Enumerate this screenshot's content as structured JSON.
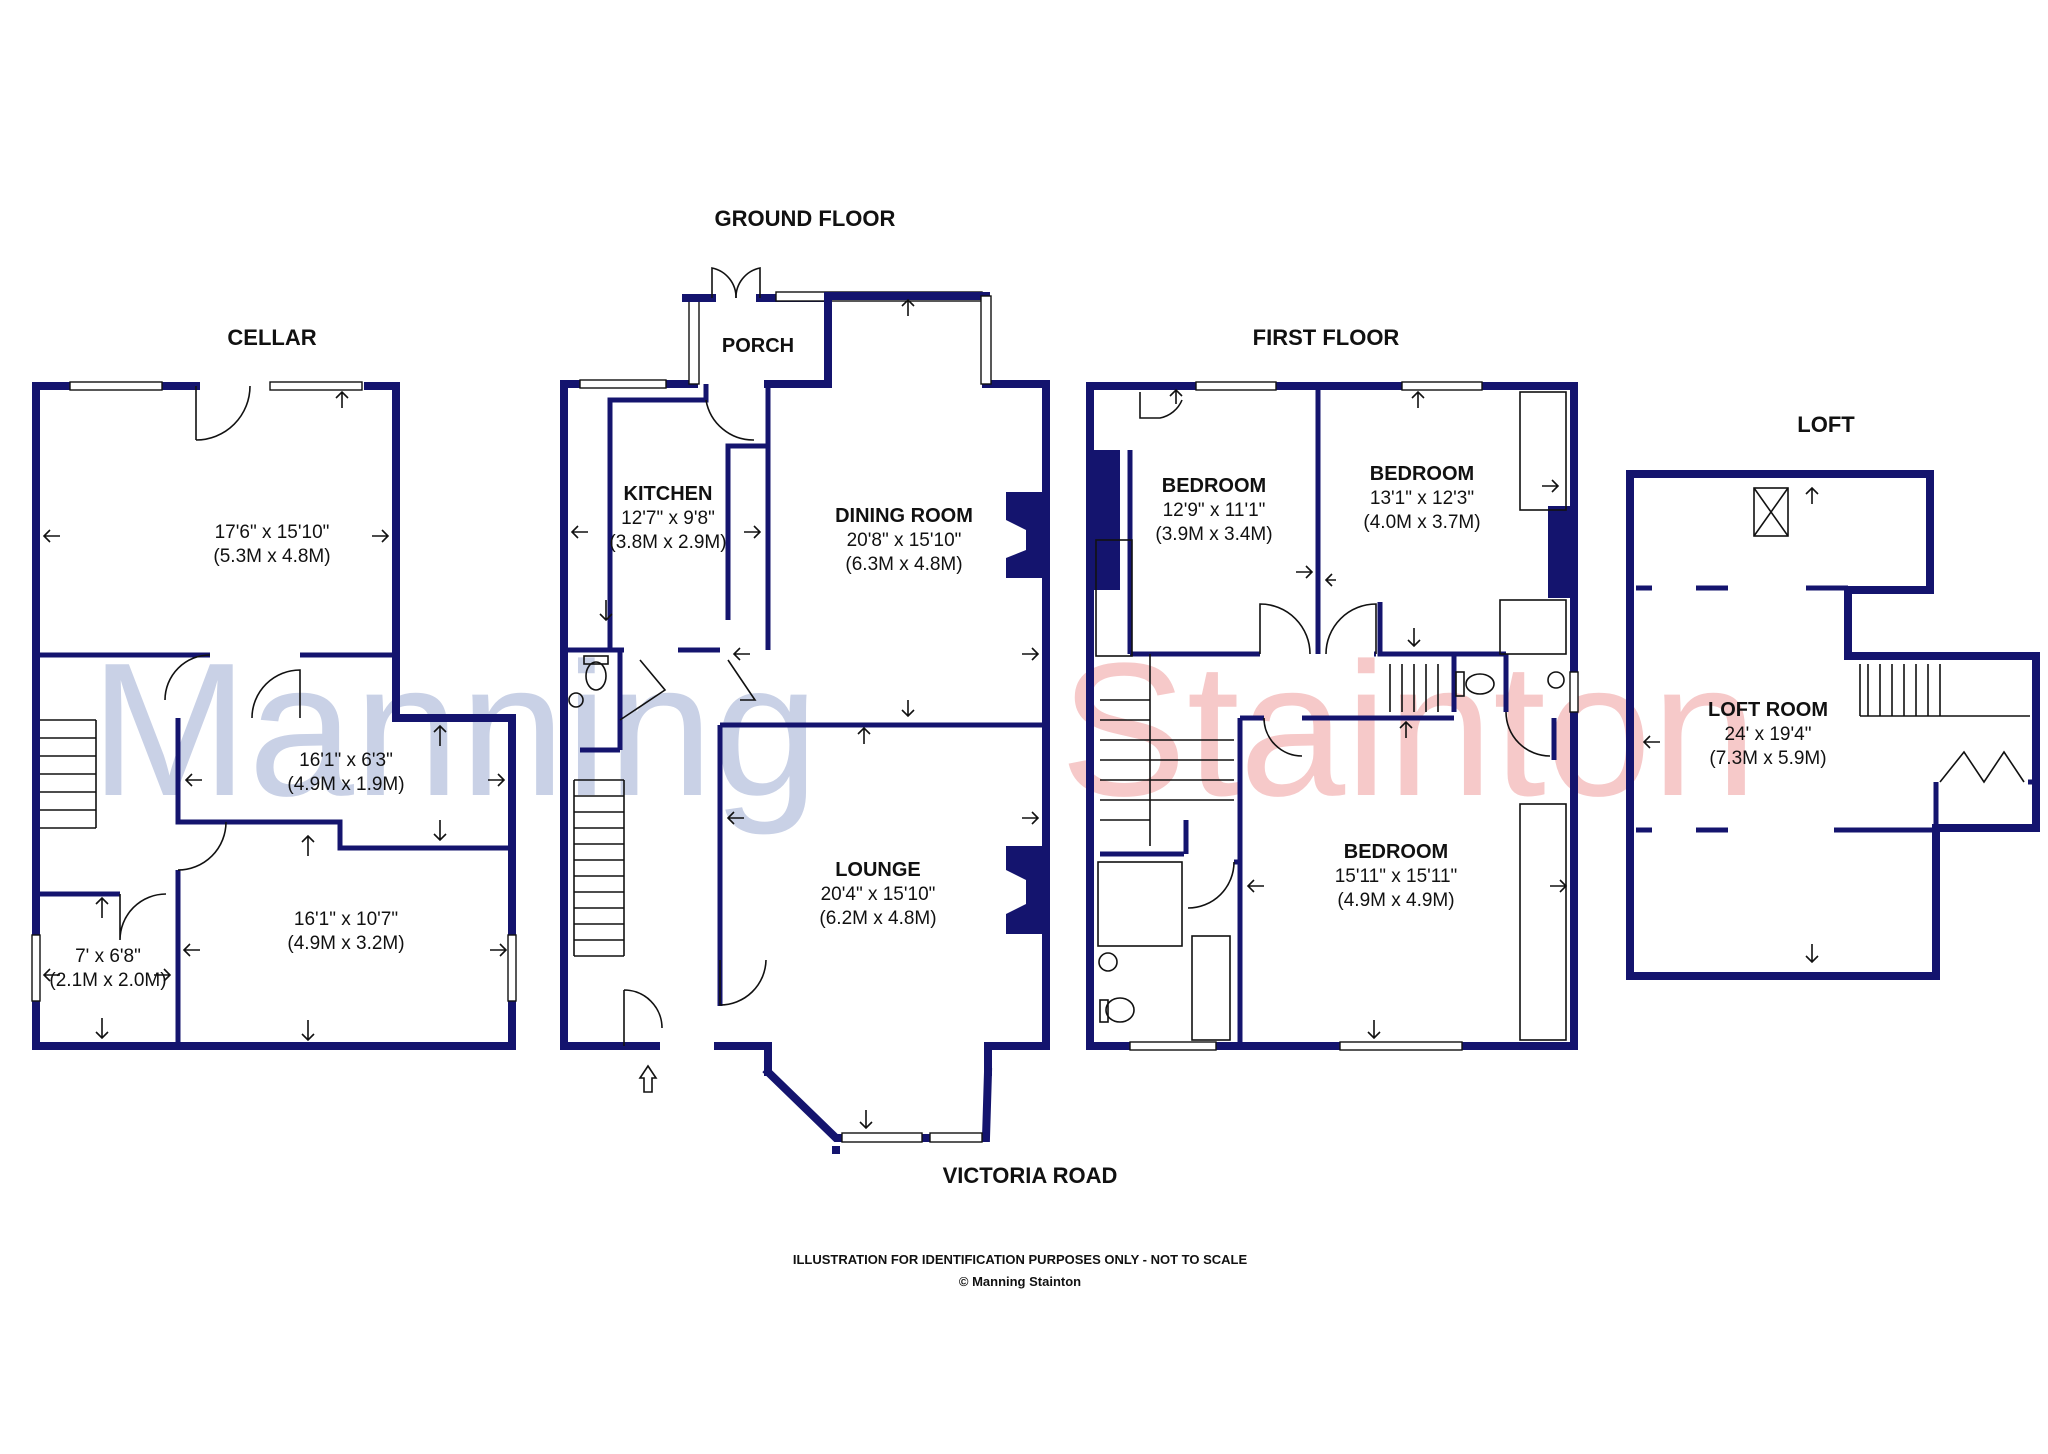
{
  "watermark": {
    "part1": "Manning",
    "part2": "Stainton",
    "color1": "#c9d1e6",
    "color2": "#f6c9c9"
  },
  "floors": {
    "cellar": "CELLAR",
    "ground": "GROUND FLOOR",
    "first": "FIRST FLOOR",
    "loft": "LOFT"
  },
  "cellar_rooms": [
    {
      "dim": "17'6\" x 15'10\"",
      "metric": "(5.3M x 4.8M)"
    },
    {
      "dim": "16'1\" x 6'3\"",
      "metric": "(4.9M x 1.9M)"
    },
    {
      "dim": "16'1\" x 10'7\"",
      "metric": "(4.9M x 3.2M)"
    },
    {
      "dim": "7' x 6'8\"",
      "metric": "(2.1M x 2.0M)"
    }
  ],
  "ground_rooms": [
    {
      "name": "PORCH"
    },
    {
      "name": "KITCHEN",
      "dim": "12'7\" x 9'8\"",
      "metric": "(3.8M x 2.9M)"
    },
    {
      "name": "DINING ROOM",
      "dim": "20'8\" x 15'10\"",
      "metric": "(6.3M x 4.8M)"
    },
    {
      "name": "LOUNGE",
      "dim": "20'4\" x 15'10\"",
      "metric": "(6.2M x 4.8M)"
    }
  ],
  "first_rooms": [
    {
      "name": "BEDROOM",
      "dim": "12'9\" x 11'1\"",
      "metric": "(3.9M x 3.4M)"
    },
    {
      "name": "BEDROOM",
      "dim": "13'1\" x 12'3\"",
      "metric": "(4.0M x 3.7M)"
    },
    {
      "name": "BEDROOM",
      "dim": "15'11\" x 15'11\"",
      "metric": "(4.9M x 4.9M)"
    }
  ],
  "loft_rooms": [
    {
      "name": "LOFT ROOM",
      "dim": "24' x 19'4\"",
      "metric": "(7.3M x 5.9M)"
    }
  ],
  "street": "VICTORIA ROAD",
  "disclaimer": "ILLUSTRATION FOR IDENTIFICATION PURPOSES ONLY - NOT TO SCALE",
  "copyright": "© Manning Stainton"
}
